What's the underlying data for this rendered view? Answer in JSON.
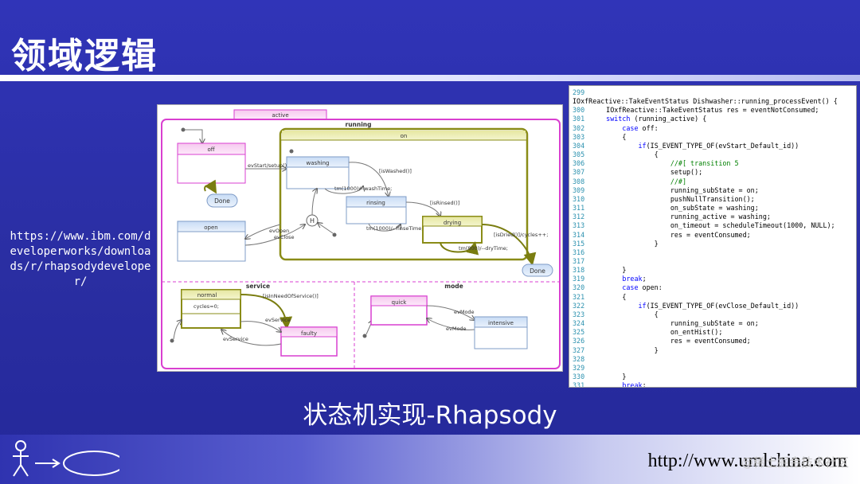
{
  "slide": {
    "title": "领域逻辑",
    "caption": "状态机实现-Rhapsody",
    "left_url": "https://www.ibm.com/developerworks/downloads/r/rhapsodydeveloper/",
    "footer_url": "http://www.umlchina.com",
    "watermark": "@稀土掘金技术社区"
  },
  "diagram": {
    "states": {
      "active": "active",
      "running": "running",
      "on": "on",
      "off": "off",
      "washing": "washing",
      "rinsing": "rinsing",
      "drying": "drying",
      "open": "open",
      "done1": "Done",
      "done2": "Done",
      "history": "H",
      "service": "service",
      "mode": "mode",
      "normal": "normal",
      "normal_action": "cycles=0;",
      "faulty": "faulty",
      "quick": "quick",
      "intensive": "intensive"
    },
    "transitions": {
      "ev_start": "evStart/setup();",
      "is_washed": "[isWashed()]",
      "wash_time": "tm(1000)/--washTime;",
      "is_rinsed": "[isRinsed()]",
      "rinse_time": "tm(1000)/--rinseTime;",
      "is_dried": "[isDried()]/cycles++;",
      "dry_time": "tm(800)/--dryTime;",
      "ev_open": "evOpen",
      "ev_close": "evClose",
      "is_in_need": "[isInNeedOfService()]",
      "ev_service_1": "evService",
      "ev_service_2": "evService",
      "ev_mode_1": "evMode",
      "ev_mode_2": "evMode"
    }
  },
  "code": {
    "lines": [
      {
        "n": "299",
        "t": "IOxfReactive::TakeEventStatus Dishwasher::running_processEvent() {"
      },
      {
        "n": "300",
        "t": "    IOxfReactive::TakeEventStatus res = eventNotConsumed;"
      },
      {
        "n": "301",
        "t": "    switch (running_active) {"
      },
      {
        "n": "302",
        "t": "        case off:"
      },
      {
        "n": "303",
        "t": "        {"
      },
      {
        "n": "304",
        "t": "            if(IS_EVENT_TYPE_OF(evStart_Default_id))"
      },
      {
        "n": "305",
        "t": "                {"
      },
      {
        "n": "306",
        "t": "                    //#[ transition 5"
      },
      {
        "n": "307",
        "t": "                    setup();"
      },
      {
        "n": "308",
        "t": "                    //#]"
      },
      {
        "n": "309",
        "t": "                    running_subState = on;"
      },
      {
        "n": "310",
        "t": "                    pushNullTransition();"
      },
      {
        "n": "311",
        "t": "                    on_subState = washing;"
      },
      {
        "n": "312",
        "t": "                    running_active = washing;"
      },
      {
        "n": "313",
        "t": "                    on_timeout = scheduleTimeout(1000, NULL);"
      },
      {
        "n": "314",
        "t": "                    res = eventConsumed;"
      },
      {
        "n": "315",
        "t": "                }"
      },
      {
        "n": "316",
        "t": ""
      },
      {
        "n": "317",
        "t": ""
      },
      {
        "n": "318",
        "t": "        }"
      },
      {
        "n": "319",
        "t": "        break;"
      },
      {
        "n": "320",
        "t": "        case open:"
      },
      {
        "n": "321",
        "t": "        {"
      },
      {
        "n": "322",
        "t": "            if(IS_EVENT_TYPE_OF(evClose_Default_id))"
      },
      {
        "n": "323",
        "t": "                {"
      },
      {
        "n": "324",
        "t": "                    running_subState = on;"
      },
      {
        "n": "325",
        "t": "                    on_entHist();"
      },
      {
        "n": "326",
        "t": "                    res = eventConsumed;"
      },
      {
        "n": "327",
        "t": "                }"
      },
      {
        "n": "328",
        "t": ""
      },
      {
        "n": "329",
        "t": ""
      },
      {
        "n": "330",
        "t": "        }"
      },
      {
        "n": "331",
        "t": "        break;"
      }
    ]
  }
}
